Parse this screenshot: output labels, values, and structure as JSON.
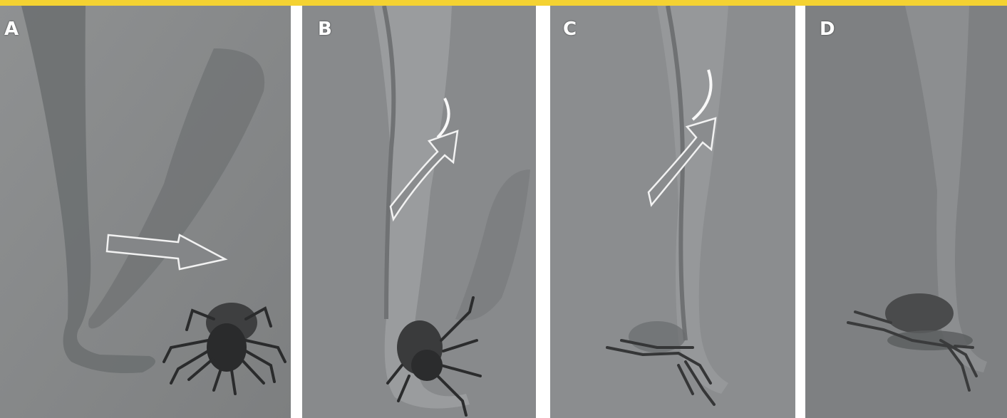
{
  "panels": [
    {
      "id": "a",
      "label": "A"
    },
    {
      "id": "b",
      "label": "B"
    },
    {
      "id": "c",
      "label": "C"
    },
    {
      "id": "d",
      "label": "D"
    }
  ],
  "colors": {
    "background": "#ffffff",
    "top_rule": "#f4d232",
    "photo_gray": "#8a8c8e",
    "tweezer_dark": "#5e6163",
    "tick_body": "#2c2d2e",
    "arrow_outline": "#f2f2f2"
  }
}
